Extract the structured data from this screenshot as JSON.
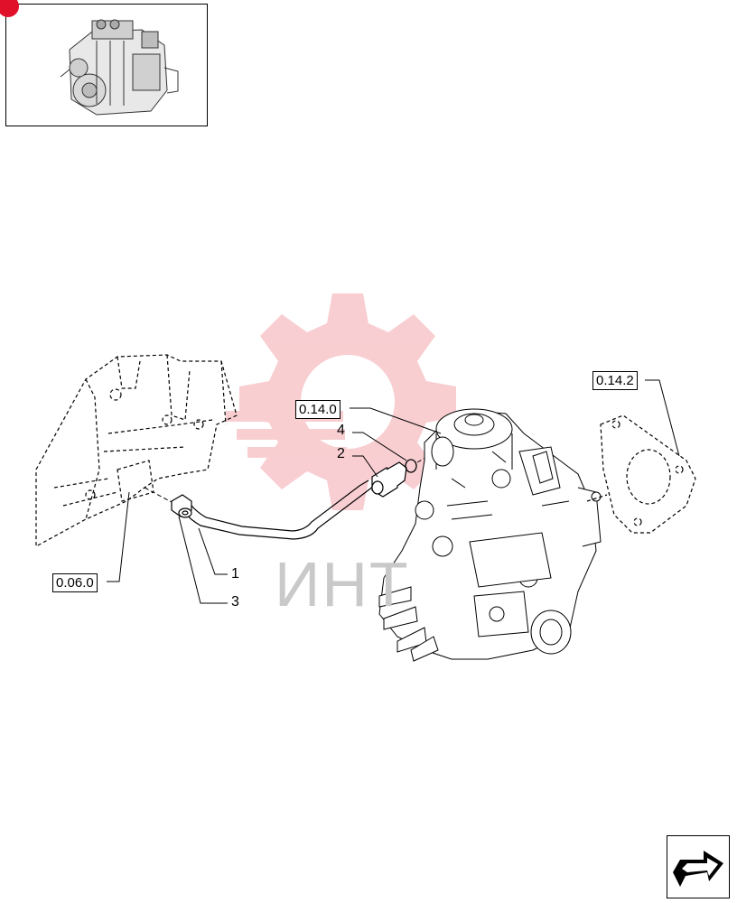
{
  "thumbnail": {
    "name": "engine-thumbnail"
  },
  "watermark": {
    "text": "ИНТ",
    "color": "#f7c6ca",
    "text_color": "#c9c9c9"
  },
  "badge_color": "#e0102b",
  "ref_labels": [
    {
      "id": "ref-0-14-0",
      "text": "0.14.0"
    },
    {
      "id": "ref-0-14-2",
      "text": "0.14.2"
    },
    {
      "id": "ref-0-06-0",
      "text": "0.06.0"
    }
  ],
  "callouts": [
    {
      "id": "callout-1",
      "text": "1"
    },
    {
      "id": "callout-2",
      "text": "2"
    },
    {
      "id": "callout-3",
      "text": "3"
    },
    {
      "id": "callout-4",
      "text": "4"
    }
  ],
  "nav": {
    "icon": "next-page-arrow-icon"
  }
}
